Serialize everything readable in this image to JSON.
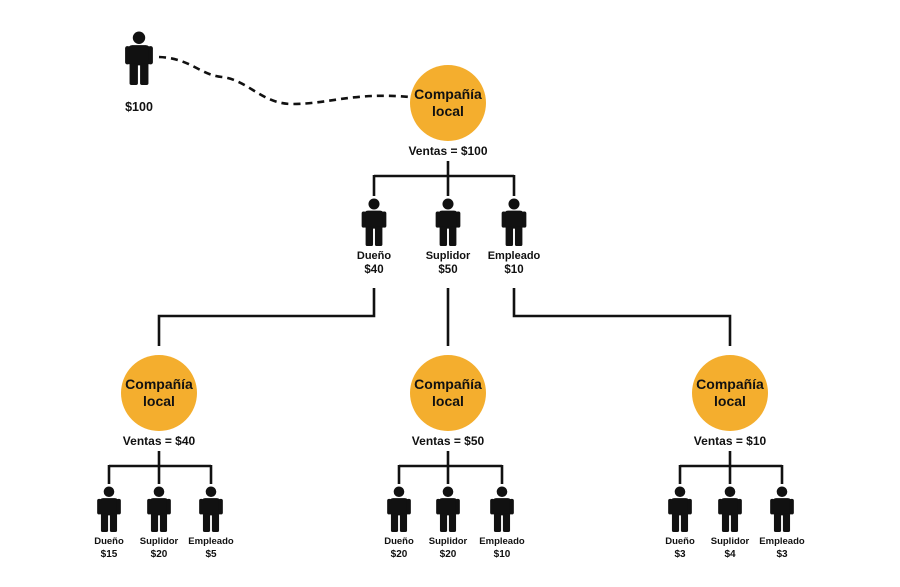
{
  "colors": {
    "company": "#f4ae2e",
    "ink": "#111111",
    "background": "#ffffff"
  },
  "icons": {
    "person": "person-icon"
  },
  "consumer": {
    "amount": "$100"
  },
  "top": {
    "company": {
      "line1": "Compañía",
      "line2": "local"
    },
    "sales": "Ventas = $100",
    "people": [
      {
        "role": "Dueño",
        "amount": "$40"
      },
      {
        "role": "Suplidor",
        "amount": "$50"
      },
      {
        "role": "Empleado",
        "amount": "$10"
      }
    ]
  },
  "branches": [
    {
      "company": {
        "line1": "Compañía",
        "line2": "local"
      },
      "sales": "Ventas = $40",
      "people": [
        {
          "role": "Dueño",
          "amount": "$15"
        },
        {
          "role": "Suplidor",
          "amount": "$20"
        },
        {
          "role": "Empleado",
          "amount": "$5"
        }
      ]
    },
    {
      "company": {
        "line1": "Compañía",
        "line2": "local"
      },
      "sales": "Ventas = $50",
      "people": [
        {
          "role": "Dueño",
          "amount": "$20"
        },
        {
          "role": "Suplidor",
          "amount": "$20"
        },
        {
          "role": "Empleado",
          "amount": "$10"
        }
      ]
    },
    {
      "company": {
        "line1": "Compañía",
        "line2": "local"
      },
      "sales": "Ventas = $10",
      "people": [
        {
          "role": "Dueño",
          "amount": "$3"
        },
        {
          "role": "Suplidor",
          "amount": "$4"
        },
        {
          "role": "Empleado",
          "amount": "$3"
        }
      ]
    }
  ]
}
